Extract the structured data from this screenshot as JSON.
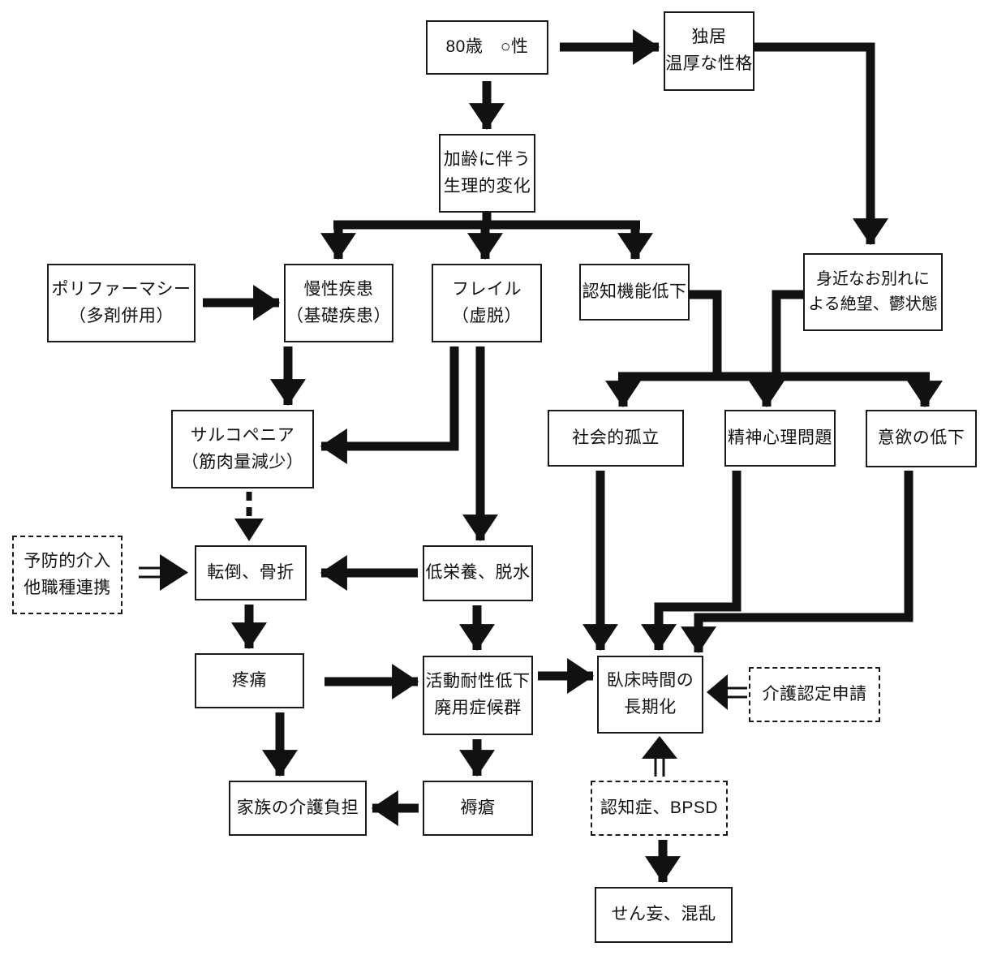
{
  "diagram": {
    "description": "高齢者の状態悪化の連鎖フローチャート",
    "colors": {
      "line": "#111111",
      "box_border": "#1a1a1a",
      "background": "#ffffff",
      "text": "#111111"
    },
    "nodes": {
      "age": {
        "label": "80歳　○性",
        "style": "solid"
      },
      "solo": {
        "label": "独居\n温厚な性格",
        "style": "solid"
      },
      "aging": {
        "label": "加齢に伴う\n生理的変化",
        "style": "solid"
      },
      "poly": {
        "label": "ポリファーマシー\n（多剤併用）",
        "style": "solid"
      },
      "chronic": {
        "label": "慢性疾患\n（基礎疾患）",
        "style": "solid"
      },
      "frailty": {
        "label": "フレイル\n（虚脱）",
        "style": "solid"
      },
      "cognition": {
        "label": "認知機能低下",
        "style": "solid"
      },
      "farewell": {
        "label": "身近なお別れに\nよる絶望、鬱状態",
        "style": "solid"
      },
      "sarcopenia": {
        "label": "サルコペニア\n（筋肉量減少）",
        "style": "solid"
      },
      "isolation": {
        "label": "社会的孤立",
        "style": "solid"
      },
      "mental": {
        "label": "精神心理問題",
        "style": "solid"
      },
      "motivation": {
        "label": "意欲の低下",
        "style": "solid"
      },
      "prevention": {
        "label": "予防的介入\n他職種連携",
        "style": "dashed"
      },
      "falls": {
        "label": "転倒、骨折",
        "style": "solid"
      },
      "malnutrition": {
        "label": "低栄養、脱水",
        "style": "solid"
      },
      "pain": {
        "label": "疼痛",
        "style": "solid"
      },
      "decond": {
        "label": "活動耐性低下\n廃用症候群",
        "style": "solid"
      },
      "bedridden": {
        "label": "臥床時間の\n長期化",
        "style": "solid"
      },
      "cert": {
        "label": "介護認定申請",
        "style": "dashed"
      },
      "family": {
        "label": "家族の介護負担",
        "style": "solid"
      },
      "pressure": {
        "label": "褥瘡",
        "style": "solid"
      },
      "dementia": {
        "label": "認知症、BPSD",
        "style": "dashed"
      },
      "delirium": {
        "label": "せん妄、混乱",
        "style": "solid"
      }
    },
    "edges": [
      {
        "from": "age",
        "to": "solo",
        "style": "solid"
      },
      {
        "from": "age",
        "to": "aging",
        "style": "solid"
      },
      {
        "from": "solo",
        "to": "farewell",
        "style": "solid"
      },
      {
        "from": "aging",
        "to": "chronic",
        "style": "solid"
      },
      {
        "from": "aging",
        "to": "frailty",
        "style": "solid"
      },
      {
        "from": "aging",
        "to": "cognition",
        "style": "solid"
      },
      {
        "from": "poly",
        "to": "chronic",
        "style": "solid"
      },
      {
        "from": "chronic",
        "to": "sarcopenia",
        "style": "solid"
      },
      {
        "from": "frailty",
        "to": "sarcopenia",
        "style": "solid"
      },
      {
        "from": "frailty",
        "to": "malnutrition",
        "style": "solid"
      },
      {
        "from": "cognition",
        "to": "isolation",
        "style": "solid"
      },
      {
        "from": "cognition",
        "to": "mental",
        "style": "solid"
      },
      {
        "from": "cognition",
        "to": "motivation",
        "style": "solid"
      },
      {
        "from": "farewell",
        "to": "isolation",
        "style": "solid"
      },
      {
        "from": "farewell",
        "to": "mental",
        "style": "solid"
      },
      {
        "from": "farewell",
        "to": "motivation",
        "style": "solid"
      },
      {
        "from": "sarcopenia",
        "to": "falls",
        "style": "dashed"
      },
      {
        "from": "prevention",
        "to": "falls",
        "style": "double-line"
      },
      {
        "from": "malnutrition",
        "to": "falls",
        "style": "solid"
      },
      {
        "from": "falls",
        "to": "pain",
        "style": "solid"
      },
      {
        "from": "pain",
        "to": "decond",
        "style": "solid"
      },
      {
        "from": "malnutrition",
        "to": "decond",
        "style": "solid"
      },
      {
        "from": "decond",
        "to": "bedridden",
        "style": "solid"
      },
      {
        "from": "isolation",
        "to": "bedridden",
        "style": "solid"
      },
      {
        "from": "mental",
        "to": "bedridden",
        "style": "solid"
      },
      {
        "from": "motivation",
        "to": "bedridden",
        "style": "solid"
      },
      {
        "from": "cert",
        "to": "bedridden",
        "style": "double-line"
      },
      {
        "from": "dementia",
        "to": "bedridden",
        "style": "double-line"
      },
      {
        "from": "pain",
        "to": "family",
        "style": "solid"
      },
      {
        "from": "decond",
        "to": "pressure",
        "style": "solid"
      },
      {
        "from": "pressure",
        "to": "family",
        "style": "solid"
      },
      {
        "from": "dementia",
        "to": "delirium",
        "style": "solid"
      }
    ]
  }
}
